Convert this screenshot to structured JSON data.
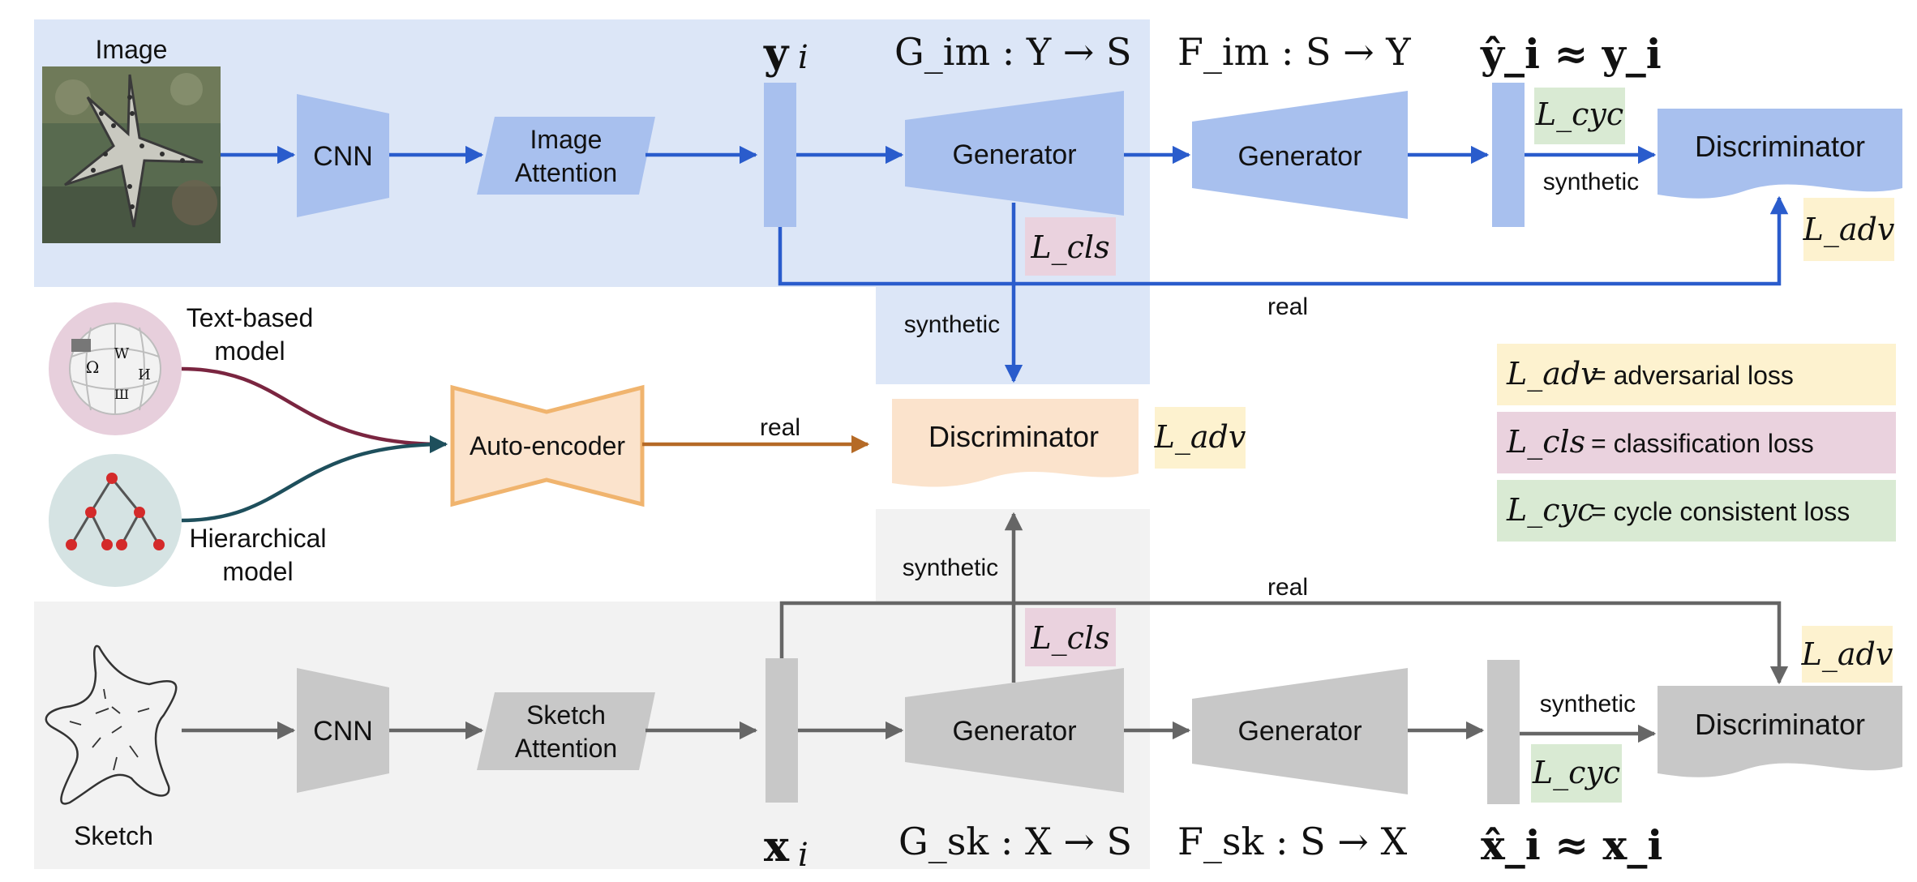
{
  "colors": {
    "blue_region": "#dce6f7",
    "blue_shape": "#a8c0ee",
    "blue_arrow": "#2a5ccc",
    "gray_region": "#f2f2f2",
    "gray_shape": "#c8c8c8",
    "gray_arrow": "#666666",
    "orange_fill": "#fbe3cc",
    "orange_stroke": "#f0b46e",
    "orange_arrow": "#b56a26",
    "adv_bg": "#fdf2cf",
    "cls_bg": "#ead2de",
    "cyc_bg": "#d9ead3",
    "wiki_circle": "#e7cfdc",
    "tree_circle": "#d5e3e3",
    "maroon_curve": "#7a2540",
    "teal_curve": "#1e4f5c",
    "node_red": "#d42a2a"
  },
  "image_branch": {
    "image_label": "Image",
    "cnn_label": "CNN",
    "attention_line1": "Image",
    "attention_line2": "Attention",
    "feature_label": "y",
    "feature_sub": "i",
    "gen1_label": "Generator",
    "gen1_math": "G_im : Y → S",
    "gen2_label": "Generator",
    "gen2_math": "F_im : S → Y",
    "recon_math": "ŷ_i ≈ y_i",
    "disc_label": "Discriminator",
    "synthetic_right": "synthetic",
    "synthetic_down": "synthetic",
    "real_label": "real",
    "loss_cyc": "L_cyc",
    "loss_cls": "L_cls",
    "loss_adv": "L_adv"
  },
  "semantic_branch": {
    "text_model_line1": "Text-based",
    "text_model_line2": "model",
    "hier_model_line1": "Hierarchical",
    "hier_model_line2": "model",
    "autoencoder_label": "Auto-encoder",
    "real_label": "real",
    "disc_label": "Discriminator",
    "loss_adv": "L_adv",
    "wiki_glyphs": [
      "Ω",
      "W",
      "И",
      "Ш"
    ]
  },
  "sketch_branch": {
    "sketch_label": "Sketch",
    "cnn_label": "CNN",
    "attention_line1": "Sketch",
    "attention_line2": "Attention",
    "feature_label": "x",
    "feature_sub": "i",
    "gen1_label": "Generator",
    "gen1_math": "G_sk : X → S",
    "gen2_label": "Generator",
    "gen2_math": "F_sk : S → X",
    "recon_math": "x̂_i ≈ x_i",
    "disc_label": "Discriminator",
    "synthetic_right": "synthetic",
    "synthetic_up": "synthetic",
    "real_label": "real",
    "loss_cyc": "L_cyc",
    "loss_cls": "L_cls",
    "loss_adv": "L_adv"
  },
  "legend": [
    {
      "symbol": "L_adv",
      "text": "= adversarial loss"
    },
    {
      "symbol": "L_cls",
      "text": "= classification loss"
    },
    {
      "symbol": "L_cyc",
      "text": "= cycle consistent loss"
    }
  ]
}
